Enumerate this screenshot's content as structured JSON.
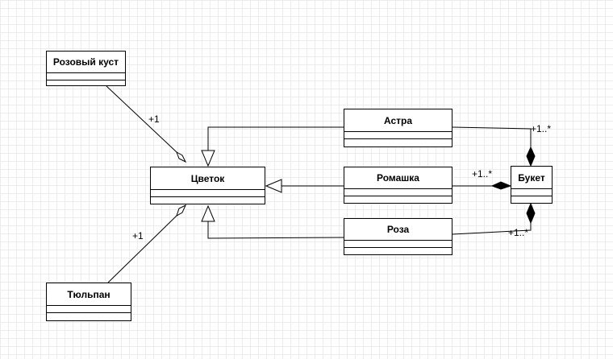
{
  "classes": {
    "rose_bush": "Розовый куст",
    "flower": "Цветок",
    "tulip": "Тюльпан",
    "aster": "Астра",
    "chamomile": "Ромашка",
    "rose": "Роза",
    "bouquet": "Букет"
  },
  "multiplicities": {
    "rose_bush_flower": "+1",
    "tulip_flower": "+1",
    "aster_bouquet": "+1..*",
    "chamomile_bouquet": "+1..*",
    "rose_bouquet": "+1..*"
  },
  "relationships": [
    {
      "from": "Розовый куст",
      "to": "Цветок",
      "kind": "aggregation"
    },
    {
      "from": "Тюльпан",
      "to": "Цветок",
      "kind": "aggregation"
    },
    {
      "from": "Астра",
      "to": "Цветок",
      "kind": "generalization"
    },
    {
      "from": "Ромашка",
      "to": "Цветок",
      "kind": "generalization"
    },
    {
      "from": "Роза",
      "to": "Цветок",
      "kind": "generalization"
    },
    {
      "from": "Астра",
      "to": "Букет",
      "kind": "composition"
    },
    {
      "from": "Ромашка",
      "to": "Букет",
      "kind": "composition"
    },
    {
      "from": "Роза",
      "to": "Букет",
      "kind": "composition"
    }
  ],
  "colors": {
    "line": "#000000",
    "grid": "#ececec",
    "box_fill": "#ffffff"
  }
}
